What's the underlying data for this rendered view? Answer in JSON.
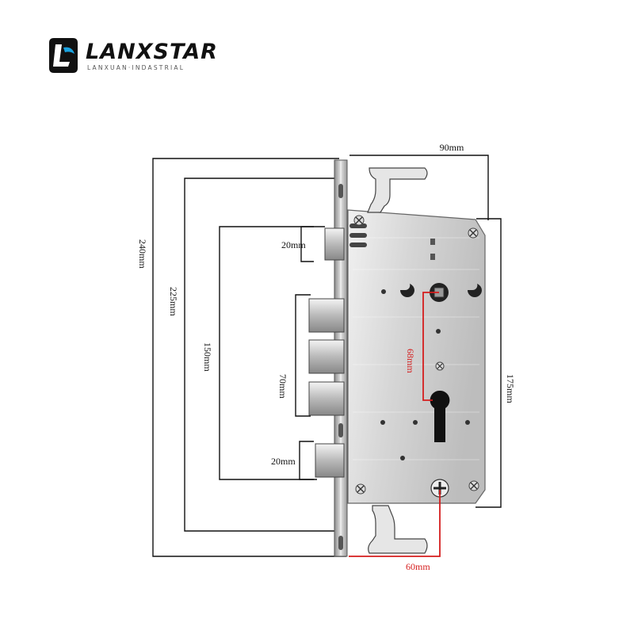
{
  "brand": {
    "name": "LANXSTAR",
    "tagline": "LANXUAN·INDASTRIAL",
    "logo_icon": "stylized-l-badge-icon",
    "colors": {
      "dark": "#111111",
      "accent": "#1aa3e0"
    }
  },
  "dimensions": {
    "width_top": "90mm",
    "height_overall": "240mm",
    "height_bolt_outer": "225mm",
    "height_bolt_inner": "150mm",
    "body_height": "175mm",
    "latch_upper": "20mm",
    "latch_lower": "20mm",
    "bolt_group": "70mm",
    "spindle_to_cylinder": "68mm",
    "backset": "60mm"
  },
  "colors": {
    "line": "#111111",
    "highlight": "#d51d1d",
    "plate_light": "#e9e9e9",
    "plate_mid": "#c9c9c9",
    "plate_dark": "#9a9a9a"
  }
}
